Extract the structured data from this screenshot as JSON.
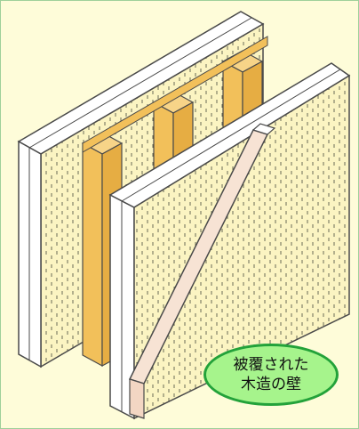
{
  "badge": {
    "line1": "被覆された",
    "line2": "木造の壁"
  },
  "colors": {
    "background": "#fefcd9",
    "border": "#9fd09a",
    "panel_face": "#fbf4c2",
    "panel_side": "#ffffff",
    "stud_wood": "#f2c05a",
    "outline": "#4a4a4a",
    "badge_fill": "#a6f48c",
    "badge_border": "#23a23a"
  },
  "icons": {
    "figure": "sheathed-wood-frame-wall-illustration"
  }
}
